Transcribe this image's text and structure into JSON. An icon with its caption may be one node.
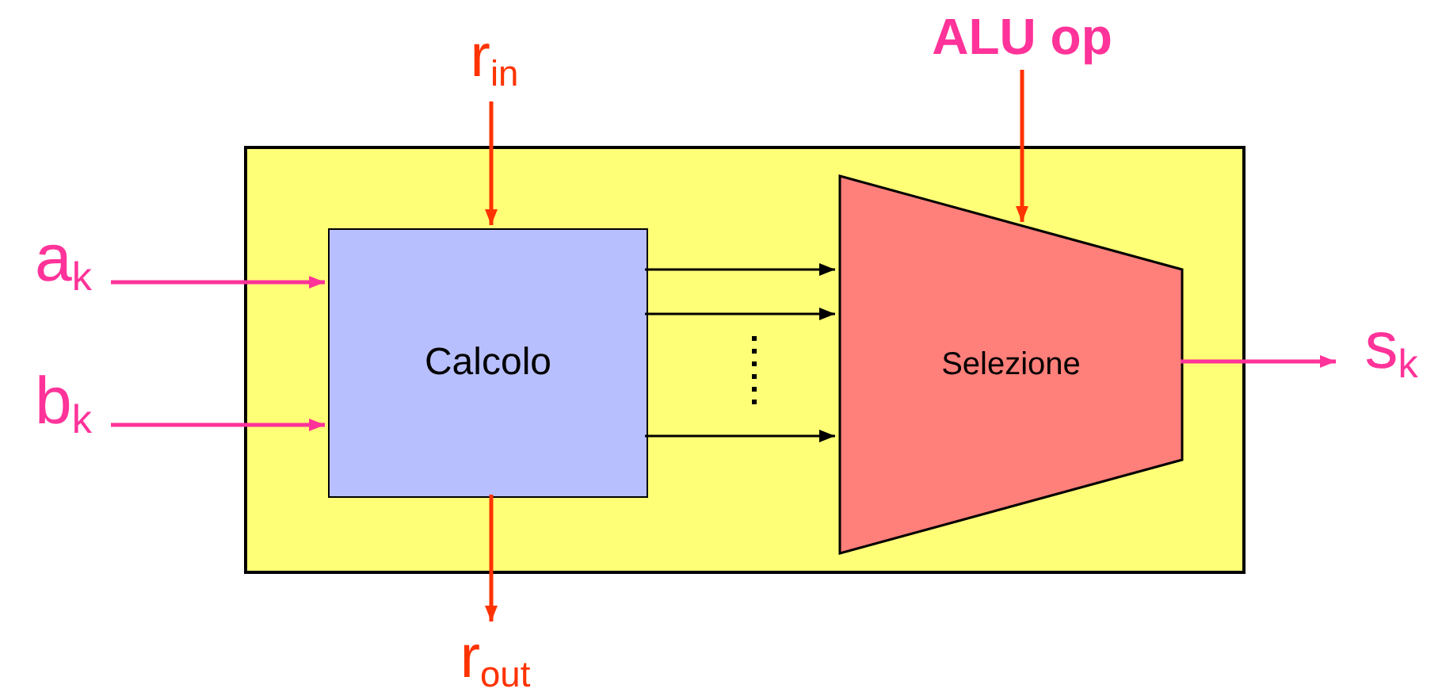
{
  "diagram": {
    "nodes": [
      {
        "text": [],
        "shape": "box"
      },
      {
        "text": [
          "Calcolo"
        ],
        "in": 0
      },
      {
        "text": [
          "Selezione"
        ],
        "in": 0
      },
      {
        "text": [
          "a$_{k}$"
        ]
      },
      {
        "text": [
          "b$_{k}$"
        ]
      },
      {
        "text": [
          "r$_{in}$"
        ]
      },
      {
        "text": [
          "r$_{out}$"
        ]
      },
      {
        "text": [
          "ALU op"
        ]
      },
      {
        "text": [
          "s$_{k}$"
        ]
      }
    ],
    "edges": [
      {
        "from": 3,
        "to": 1,
        "arrow": "to",
        "color": "#ff3399"
      },
      {
        "from": 4,
        "to": 1,
        "arrow": "to",
        "color": "#ff3399"
      },
      {
        "from": 5,
        "to": 1,
        "arrow": "to",
        "color": "#ff3300"
      },
      {
        "from": 1,
        "to": 6,
        "arrow": "to",
        "color": "#ff3300"
      },
      {
        "from": 7,
        "to": 2,
        "arrow": "to",
        "color": "#ff3300"
      },
      {
        "from": 2,
        "to": 8,
        "arrow": "to",
        "color": "#ff3399"
      },
      {
        "from": 1,
        "to": 2,
        "arrow": "to",
        "color": "#000000"
      },
      {
        "from": 1,
        "to": 2,
        "arrow": "to",
        "color": "#000000"
      },
      {
        "from": 1,
        "to": 2,
        "arrow": "to",
        "color": "#000000"
      }
    ]
  }
}
